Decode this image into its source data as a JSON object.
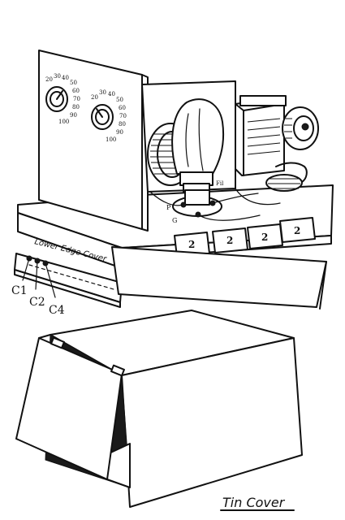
{
  "labels": {
    "lower_edge_cover": "Lower Edge Cover",
    "c1": "C1",
    "c2": "C2",
    "c4": "C4",
    "tin_cover": "Tin Cover",
    "coil_number": "2",
    "tube_pin_p": "P",
    "tube_pin_g": "G",
    "tube_pin_fil": "Fil"
  },
  "dials": {
    "left": [
      "20",
      "30",
      "40",
      "50",
      "60",
      "70",
      "80",
      "90",
      "100"
    ],
    "right": [
      "20",
      "30",
      "40",
      "50",
      "60",
      "70",
      "80",
      "90",
      "100"
    ]
  }
}
